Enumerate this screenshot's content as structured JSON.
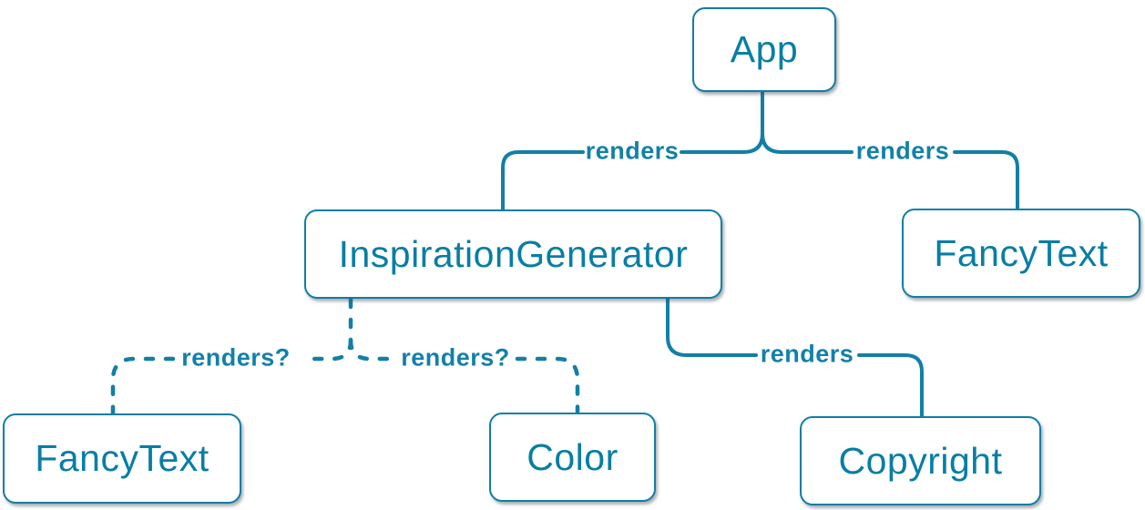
{
  "diagram": {
    "type": "component-render-tree",
    "accent_text_color": "#087ea4",
    "accent_line_color": "#1380a9",
    "node_fill_color": "#ffffff",
    "nodes": [
      {
        "id": "app",
        "label": "App"
      },
      {
        "id": "inspiration-generator",
        "label": "InspirationGenerator"
      },
      {
        "id": "fancy-text-top",
        "label": "FancyText"
      },
      {
        "id": "fancy-text-bottom",
        "label": "FancyText"
      },
      {
        "id": "color",
        "label": "Color"
      },
      {
        "id": "copyright",
        "label": "Copyright"
      }
    ],
    "edges": [
      {
        "from": "App",
        "to": "InspirationGenerator",
        "label": "renders",
        "style": "solid"
      },
      {
        "from": "App",
        "to": "FancyText",
        "label": "renders",
        "style": "solid"
      },
      {
        "from": "InspirationGenerator",
        "to": "FancyText",
        "label": "renders?",
        "style": "dashed"
      },
      {
        "from": "InspirationGenerator",
        "to": "Color",
        "label": "renders?",
        "style": "dashed"
      },
      {
        "from": "InspirationGenerator",
        "to": "Copyright",
        "label": "renders",
        "style": "solid"
      }
    ]
  }
}
